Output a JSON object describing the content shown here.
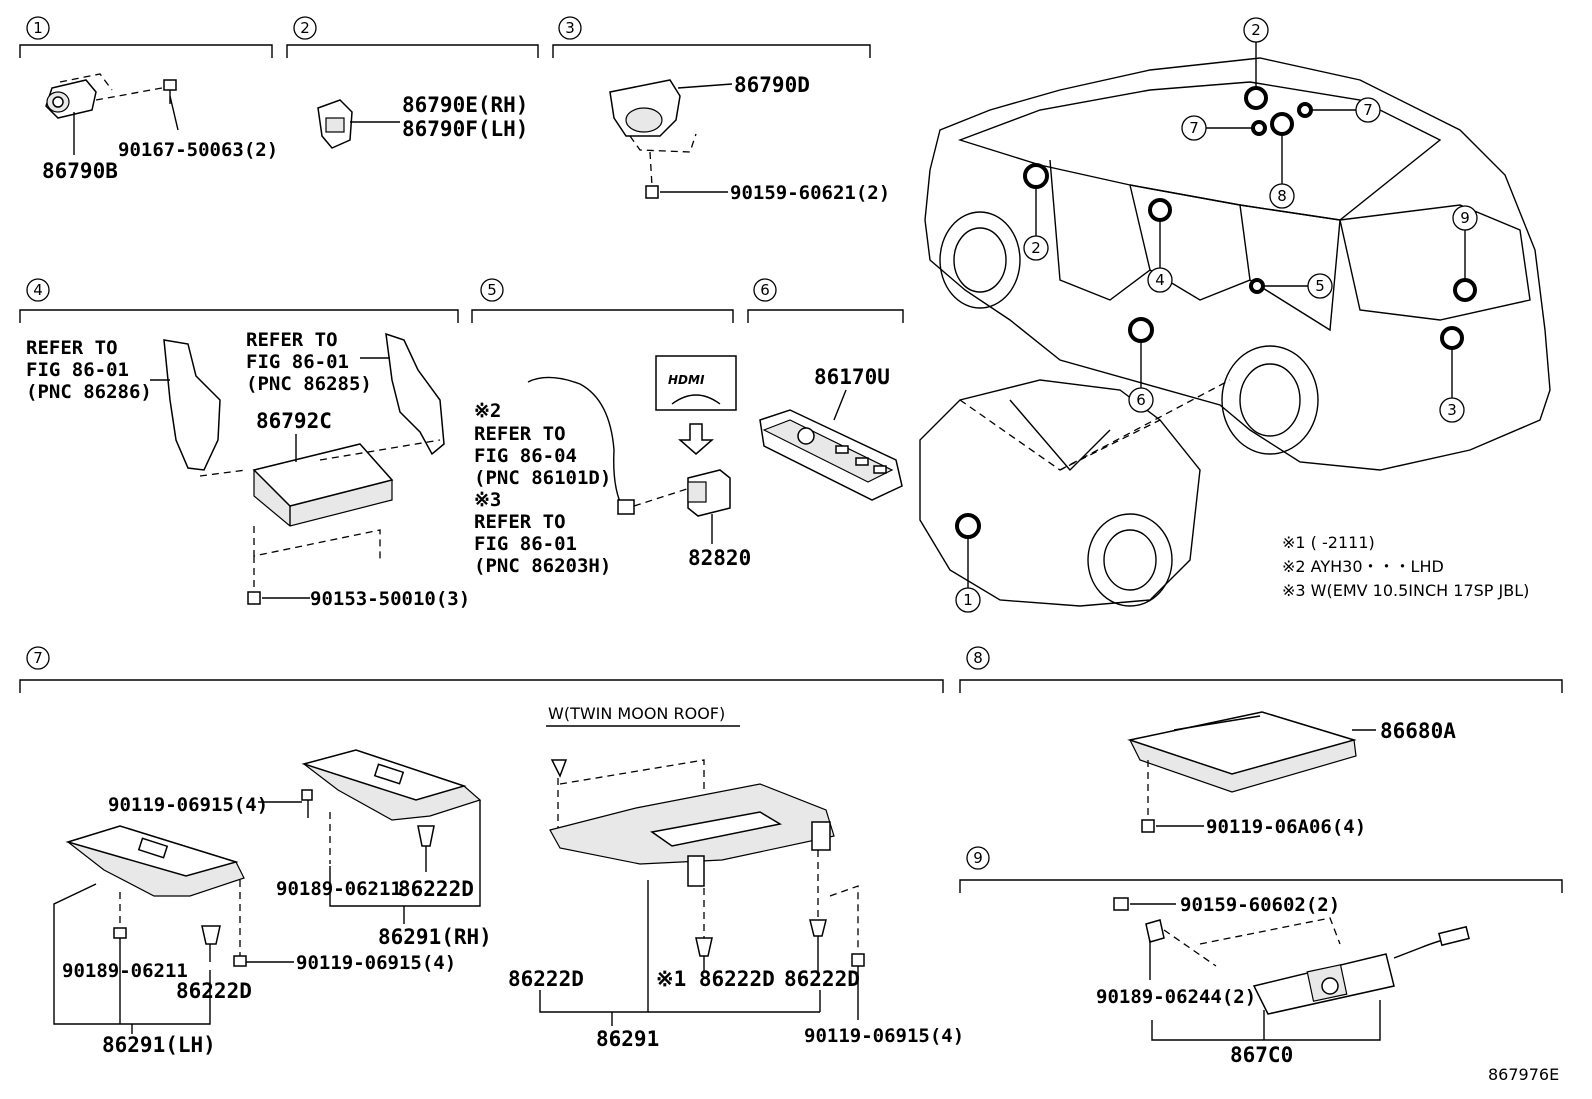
{
  "diagram_id": "867976E",
  "sections": {
    "s1": {
      "num": "1"
    },
    "s2": {
      "num": "2"
    },
    "s3": {
      "num": "3"
    },
    "s4": {
      "num": "4"
    },
    "s5": {
      "num": "5"
    },
    "s6": {
      "num": "6"
    },
    "s7": {
      "num": "7"
    },
    "s8": {
      "num": "8"
    },
    "s9": {
      "num": "9"
    }
  },
  "parts": {
    "p86790B": "86790B",
    "p90167": "90167-50063(2)",
    "p86790E": "86790E(RH)",
    "p86790F": "86790F(LH)",
    "p86790D": "86790D",
    "p90159a": "90159-60621(2)",
    "refer1": [
      "REFER TO",
      "FIG 86-01",
      "(PNC 86286)"
    ],
    "refer2": [
      "REFER TO",
      "FIG 86-01",
      "(PNC 86285)"
    ],
    "p86792C": "86792C",
    "p90153": "90153-50010(3)",
    "refer3": [
      "※2",
      "REFER TO",
      "FIG 86-04",
      "(PNC 86101D)",
      "※3",
      "REFER TO",
      "FIG 86-01",
      "(PNC 86203H)"
    ],
    "hdmi": "HDMI",
    "p82820": "82820",
    "p86170U": "86170U",
    "twin_moon": "W(TWIN MOON ROOF)",
    "p90119a": "90119-06915(4)",
    "p90189a": "90189-06211",
    "p86222Da": "86222D",
    "p86291RH": "86291(RH)",
    "p90189b": "90189-06211",
    "p86222Db": "86222D",
    "p90119b": "90119-06915(4)",
    "p86291LH": "86291(LH)",
    "p86222Dc": "86222D",
    "p86222Dd": "※1 86222D",
    "p86222De": "86222D",
    "p86291": "86291",
    "p90119c": "90119-06915(4)",
    "p86680A": "86680A",
    "p90119d": "90119-06A06(4)",
    "p90159b": "90159-60602(2)",
    "p90189c": "90189-06244(2)",
    "p867C0": "867C0"
  },
  "notes": [
    "※1 (     -2111)",
    "※2 AYH30・・・LHD",
    "※3 W(EMV 10.5INCH 17SP JBL)"
  ],
  "car_callouts": [
    "1",
    "2",
    "2",
    "3",
    "4",
    "5",
    "6",
    "7",
    "7",
    "8",
    "9"
  ]
}
